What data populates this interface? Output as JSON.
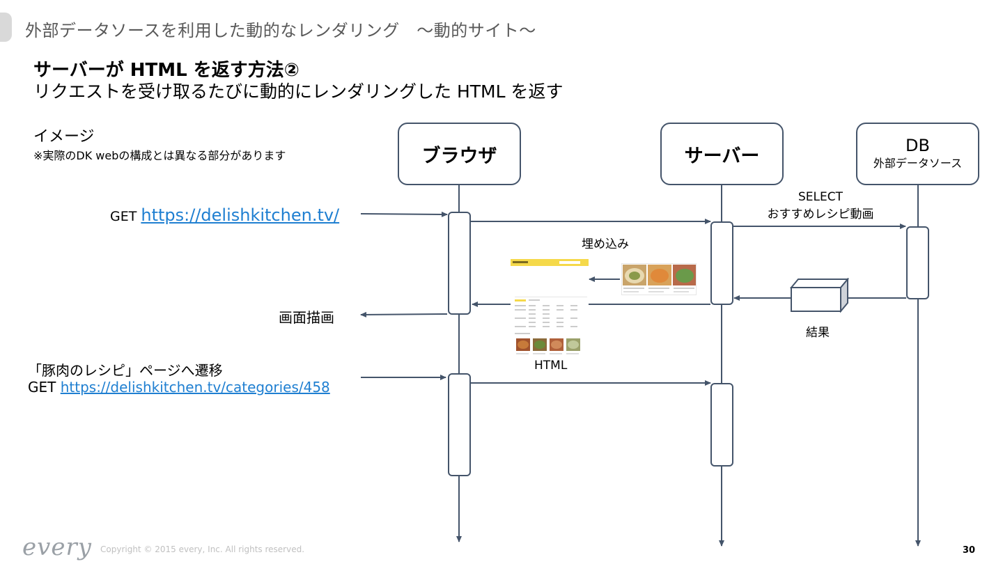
{
  "header": {
    "title": "外部データソースを利用した動的なレンダリング　～動的サイト～"
  },
  "heading": "サーバーが  HTML を返す方法②",
  "subheading": "リクエストを受け取るたびに動的にレンダリングした  HTML を返す",
  "image_label": "イメージ",
  "note": "※実際のDK webの構成とは異なる部分があります",
  "actors": {
    "browser": "ブラウザ",
    "server": "サーバー",
    "db_title": "DB",
    "db_subtitle": "外部データソース"
  },
  "labels": {
    "get1_prefix": "GET ",
    "get1_url": "https://delishkitchen.tv/",
    "select": "SELECT",
    "select_sub": "おすすめレシピ動画",
    "embed": "埋め込み",
    "render": "画面描画",
    "result": "結果",
    "html": "HTML",
    "transition": "「豚肉のレシピ」ページへ遷移",
    "get2_prefix": "GET ",
    "get2_url": "https://delishkitchen.tv/categories/458"
  },
  "colors": {
    "line": "#44546a",
    "link": "#1f7fd1",
    "header_tab": "#d9d9d9",
    "thumb_yellow": "#f5d94a"
  },
  "icons": {
    "result": "cube-icon",
    "html_page": "webpage-thumbnail-icon",
    "recipe_photos": "food-photo-icon"
  },
  "footer": {
    "logo": "every",
    "copyright": "Copyright © 2015 every, Inc. All rights reserved.",
    "page": "30"
  }
}
